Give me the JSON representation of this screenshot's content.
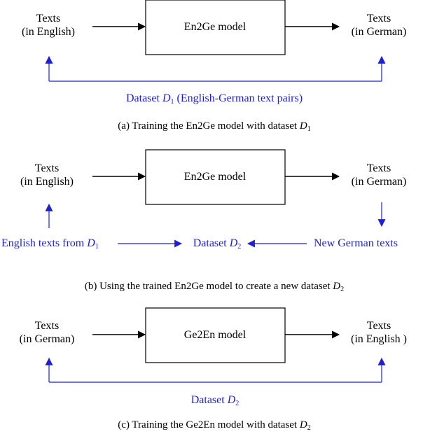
{
  "colors": {
    "ink": "#000000",
    "dataset": "#1f1fd6"
  },
  "panels": [
    {
      "input": [
        "Texts",
        "(in English)"
      ],
      "model": "En2Ge model",
      "output": [
        "Texts",
        "(in German)"
      ],
      "dataset_prefix": "Dataset ",
      "dataset_var": "D",
      "dataset_sub": "1",
      "dataset_suffix": " (English-German text pairs)",
      "caption_prefix": "(a) Training the En2Ge model with dataset ",
      "caption_var": "D",
      "caption_sub": "1"
    },
    {
      "input": [
        "Texts",
        "(in English)"
      ],
      "model": "En2Ge model",
      "output": [
        "Texts",
        "(in German)"
      ],
      "left_prefix": "English texts from ",
      "left_var": "D",
      "left_sub": "1",
      "dataset_prefix": "Dataset ",
      "dataset_var": "D",
      "dataset_sub": "2",
      "right_text": "New German texts",
      "caption_prefix": "(b) Using the trained En2Ge model to create a new dataset ",
      "caption_var": "D",
      "caption_sub": "2"
    },
    {
      "input": [
        "Texts",
        "(in German)"
      ],
      "model": "Ge2En model",
      "output": [
        "Texts",
        "(in English )"
      ],
      "dataset_prefix": "Dataset ",
      "dataset_var": "D",
      "dataset_sub": "2",
      "caption_prefix": "(c) Training the Ge2En model with dataset ",
      "caption_var": "D",
      "caption_sub": "2"
    }
  ]
}
